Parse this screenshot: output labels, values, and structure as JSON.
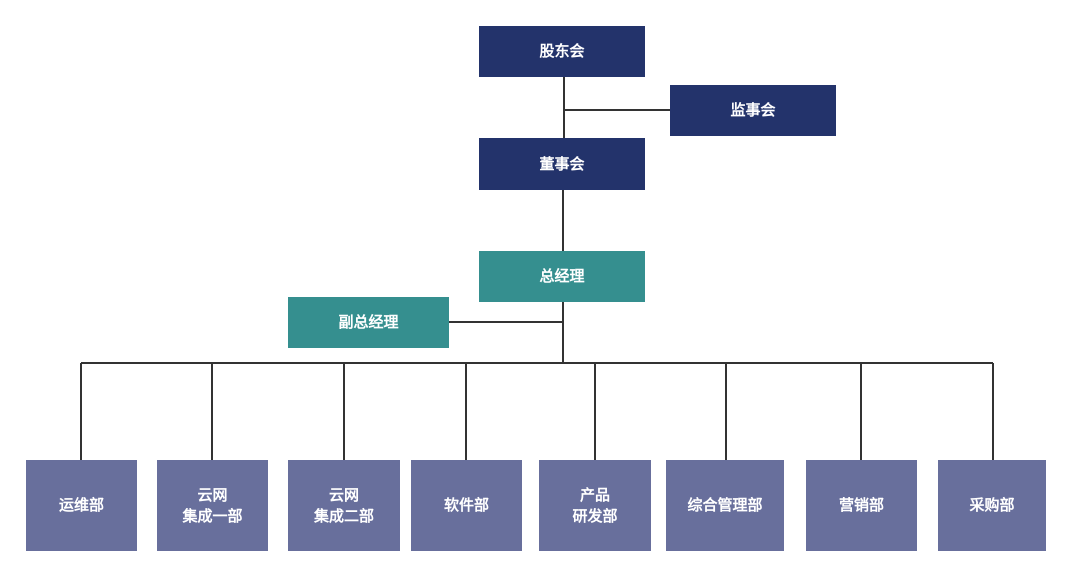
{
  "governance": {
    "shareholders": "股东会",
    "supervisors": "监事会",
    "board": "董事会"
  },
  "management": {
    "general_manager": "总经理",
    "deputy_general_manager": "副总经理"
  },
  "departments": [
    "运维部",
    "云网\n集成一部",
    "云网\n集成二部",
    "软件部",
    "产品\n研发部",
    "综合管理部",
    "营销部",
    "采购部"
  ],
  "colors": {
    "governance": "#23336b",
    "management": "#358f8f",
    "department": "#686f9c",
    "connector": "#333333"
  }
}
